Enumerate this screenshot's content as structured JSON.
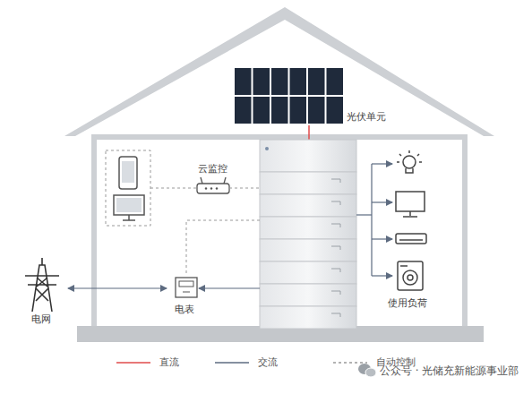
{
  "diagram": {
    "nodes": [
      {
        "text": [
          "光伏单元"
        ]
      },
      {
        "text": [
          "云监控"
        ]
      },
      {
        "text": [
          "电表"
        ]
      },
      {
        "text": [
          "电网"
        ]
      },
      {
        "text": [
          "使用负荷"
        ]
      }
    ],
    "edges": [
      {
        "from": 2,
        "to": 3,
        "arrow": "both"
      }
    ],
    "labels": [
      "公众号 · 光储充新能源事业部"
    ],
    "legend": [
      {
        "text": "直流"
      },
      {
        "text": "交流"
      },
      {
        "text": "自动控制"
      }
    ]
  }
}
